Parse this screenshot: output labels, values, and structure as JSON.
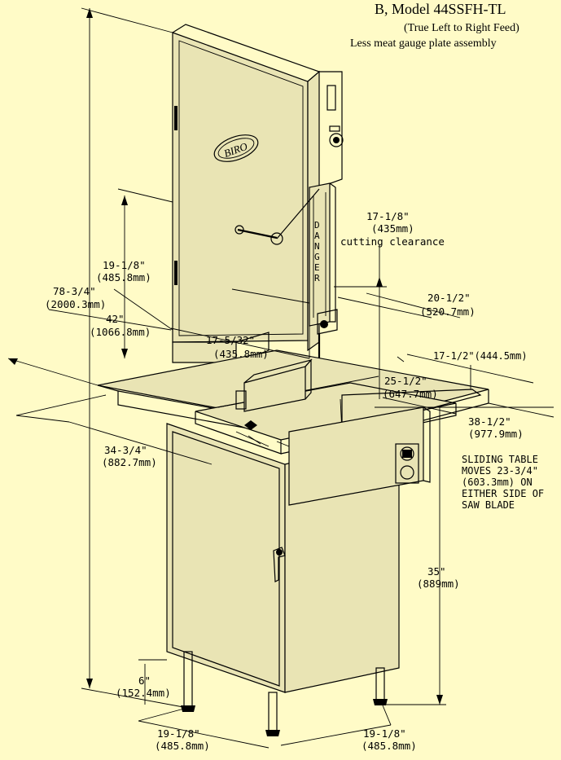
{
  "header": {
    "line1": "B, Model 44SSFH-TL",
    "line2": "(True Left to Right Feed)",
    "line3": "Less meat gauge plate assembly"
  },
  "brand_label": "BIRO",
  "danger_label": [
    "D",
    "A",
    "N",
    "G",
    "E",
    "R"
  ],
  "dimensions": {
    "overall_height": [
      "78-3/4\"",
      "(2000.3mm)"
    ],
    "head_height": [
      "19-1/8\"",
      "(485.8mm)"
    ],
    "table_height_42": [
      "42\"",
      "(1066.8mm)"
    ],
    "cutting_clearance": [
      "17-1/8\"",
      "(435mm)",
      "cutting clearance"
    ],
    "throat_depth": [
      "20-1/2\"",
      "(520.7mm)"
    ],
    "table_rear": [
      "17-1/2\"(444.5mm)"
    ],
    "saw_width": [
      "17-5/32\"",
      "(435.8mm)"
    ],
    "carriage_width": [
      "25-1/2\"",
      "(647.7mm)"
    ],
    "table_depth": [
      "38-1/2\"",
      "(977.9mm)"
    ],
    "table_width": [
      "34-3/4\"",
      "(882.7mm)"
    ],
    "table_height_35": [
      "35\"",
      "(889mm)"
    ],
    "leg_height": [
      "6\"",
      "(152.4mm)"
    ],
    "base_left": [
      "19-1/8\"",
      "(485.8mm)"
    ],
    "base_right": [
      "19-1/8\"",
      "(485.8mm)"
    ]
  },
  "sliding_note": [
    "SLIDING TABLE",
    "MOVES 23-3/4\"",
    "(603.3mm) ON",
    "EITHER SIDE OF",
    "SAW BLADE"
  ]
}
